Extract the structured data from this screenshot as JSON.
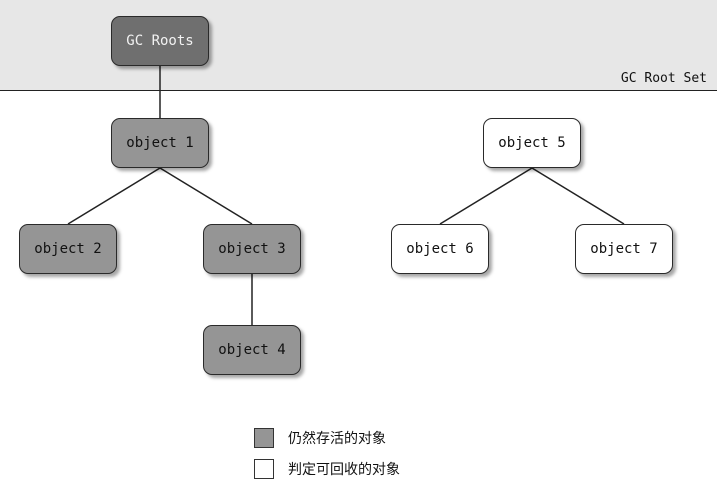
{
  "root_set_label": "GC Root Set",
  "nodes": {
    "gc_roots": "GC Roots",
    "object1": "object 1",
    "object2": "object 2",
    "object3": "object 3",
    "object4": "object 4",
    "object5": "object 5",
    "object6": "object 6",
    "object7": "object 7"
  },
  "legend": {
    "alive": "仍然存活的对象",
    "collectable": "判定可回收的对象"
  },
  "colors": {
    "alive_fill": "#959595",
    "root_fill": "#6f6f6f",
    "collectable_fill": "#ffffff",
    "root_set_band": "#e7e7e7"
  }
}
